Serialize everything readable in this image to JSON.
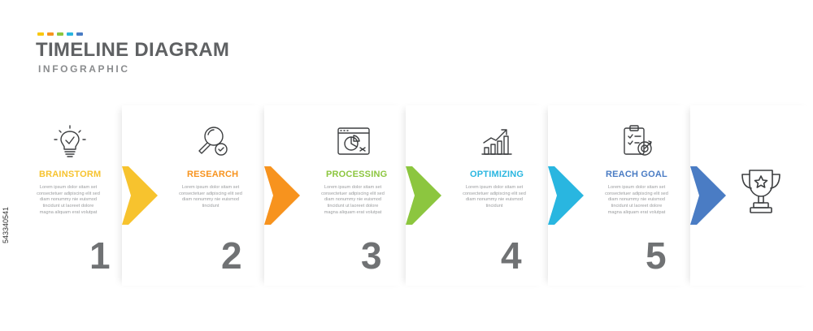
{
  "header": {
    "title": "TIMELINE DIAGRAM",
    "subtitle": "INFOGRAPHIC",
    "dot_colors": [
      "#f9c80e",
      "#f7931e",
      "#8cc63f",
      "#29b6e0",
      "#4a7cc4"
    ]
  },
  "steps": [
    {
      "number": "1",
      "label": "BRAINSTORM",
      "color": "#f7c32e",
      "icon": "lightbulb-check-icon",
      "description": "Lorem ipsum dolor sitam set consectetuer adipiscing elit sed diam nonummy nie euismod tincidunt ut laoreet dolore magna aliquam erat volutpat"
    },
    {
      "number": "2",
      "label": "RESEARCH",
      "color": "#f7931e",
      "icon": "magnifier-check-icon",
      "description": "Lorem ipsum dolor sitam set consectetuer adipiscing elit sed diam nonummy nie euismod tincidunt"
    },
    {
      "number": "3",
      "label": "PROCESSING",
      "color": "#8cc63f",
      "icon": "browser-pie-chart-icon",
      "description": "Lorem ipsum dolor sitam set consectetuer adipiscing elit sed diam nonummy nie euismod tincidunt ut laoreet dolore magna aliquam erat volutpat"
    },
    {
      "number": "4",
      "label": "OPTIMIZING",
      "color": "#29b6e0",
      "icon": "growth-bar-chart-icon",
      "description": "Lorem ipsum dolor sitam set consectetuer adipiscing elit sed diam nonummy nie euismod tincidunt"
    },
    {
      "number": "5",
      "label": "REACH GOAL",
      "color": "#4a7cc4",
      "icon": "clipboard-target-icon",
      "description": "Lorem ipsum dolor sitam set consectetuer adipiscing elit sed diam nonummy nie euismod tincidunt ut laoreet dolore magna aliquam erat volutpat"
    }
  ],
  "goal_icon": "trophy-star-icon",
  "watermark": "543340541"
}
